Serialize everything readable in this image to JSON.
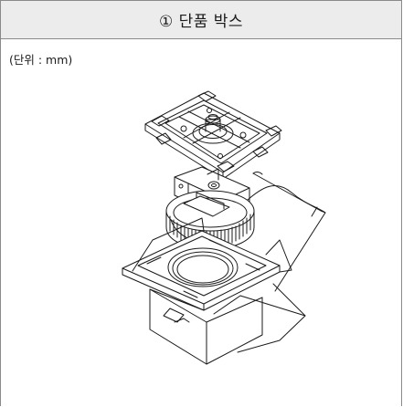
{
  "header": {
    "title": "① 단품 박스"
  },
  "unit_label": "(단위 : mm)",
  "illustration": {
    "icon": "product-box-exploded-illustration"
  }
}
